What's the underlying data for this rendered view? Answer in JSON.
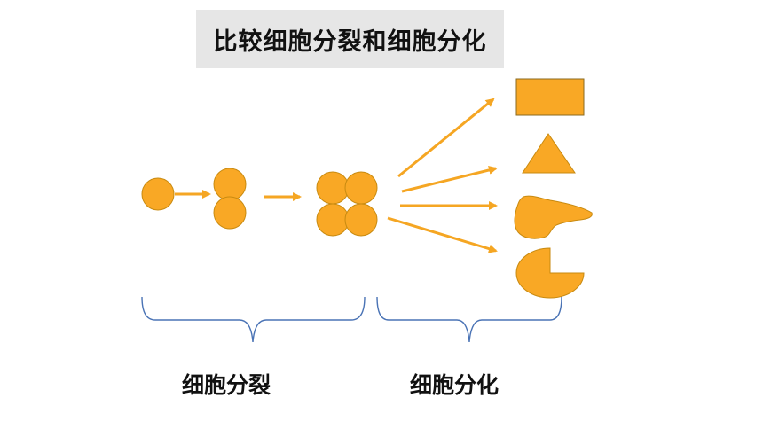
{
  "title": "比较细胞分裂和细胞分化",
  "labels": {
    "division": "细胞分裂",
    "differentiation": "细胞分化"
  },
  "colors": {
    "shape_fill": "#F9A825",
    "shape_stroke": "#C88A10",
    "arrow": "#F5A623",
    "brace": "#4A73B5",
    "title_background": "#E6E6E6"
  },
  "shapes": {
    "division_stages": [
      "single-cell",
      "two-cells",
      "four-cells"
    ],
    "differentiated_cells": [
      "rectangle-cell",
      "triangle-cell",
      "elongated-cell",
      "pie-cell"
    ]
  }
}
